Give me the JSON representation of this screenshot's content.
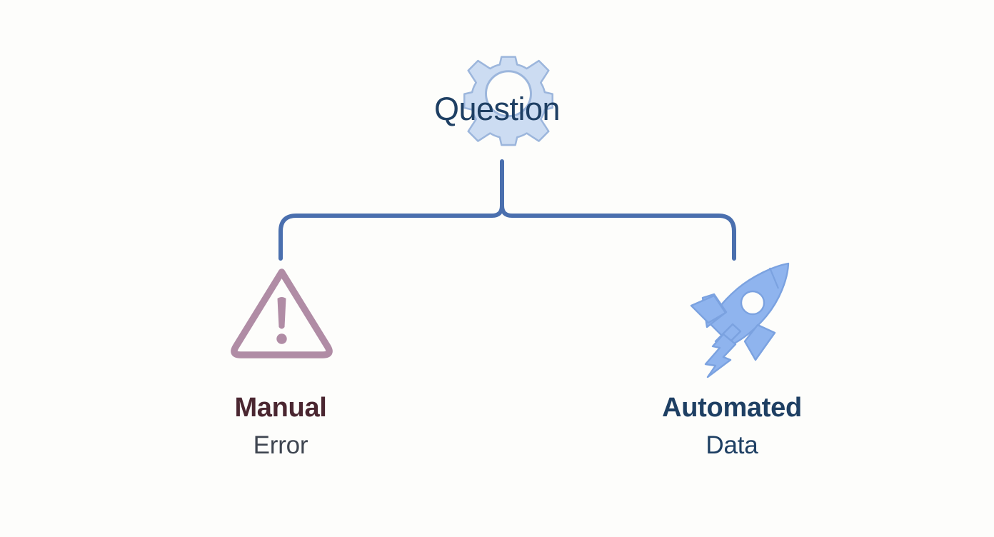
{
  "diagram": {
    "background_color": "#fdfdfb",
    "root": {
      "label": "Question",
      "icon": "gear-icon",
      "icon_fill": "#ccdcf2",
      "icon_stroke": "#9cb6dc",
      "text_color": "#1e3f63"
    },
    "connector": {
      "color": "#4a6fae",
      "stroke_width": 6
    },
    "branches": [
      {
        "id": "manual",
        "title": "Manual",
        "subtitle": "Error",
        "icon": "warning-triangle-icon",
        "icon_color": "#b08ca5",
        "title_color": "#4a2630",
        "subtitle_color": "#3e4550"
      },
      {
        "id": "automated",
        "title": "Automated",
        "subtitle": "Data",
        "icon": "rocket-icon",
        "icon_fill": "#8fb4ee",
        "icon_stroke": "#7ba2e0",
        "title_color": "#1e3f63",
        "subtitle_color": "#1e3f63"
      }
    ]
  }
}
